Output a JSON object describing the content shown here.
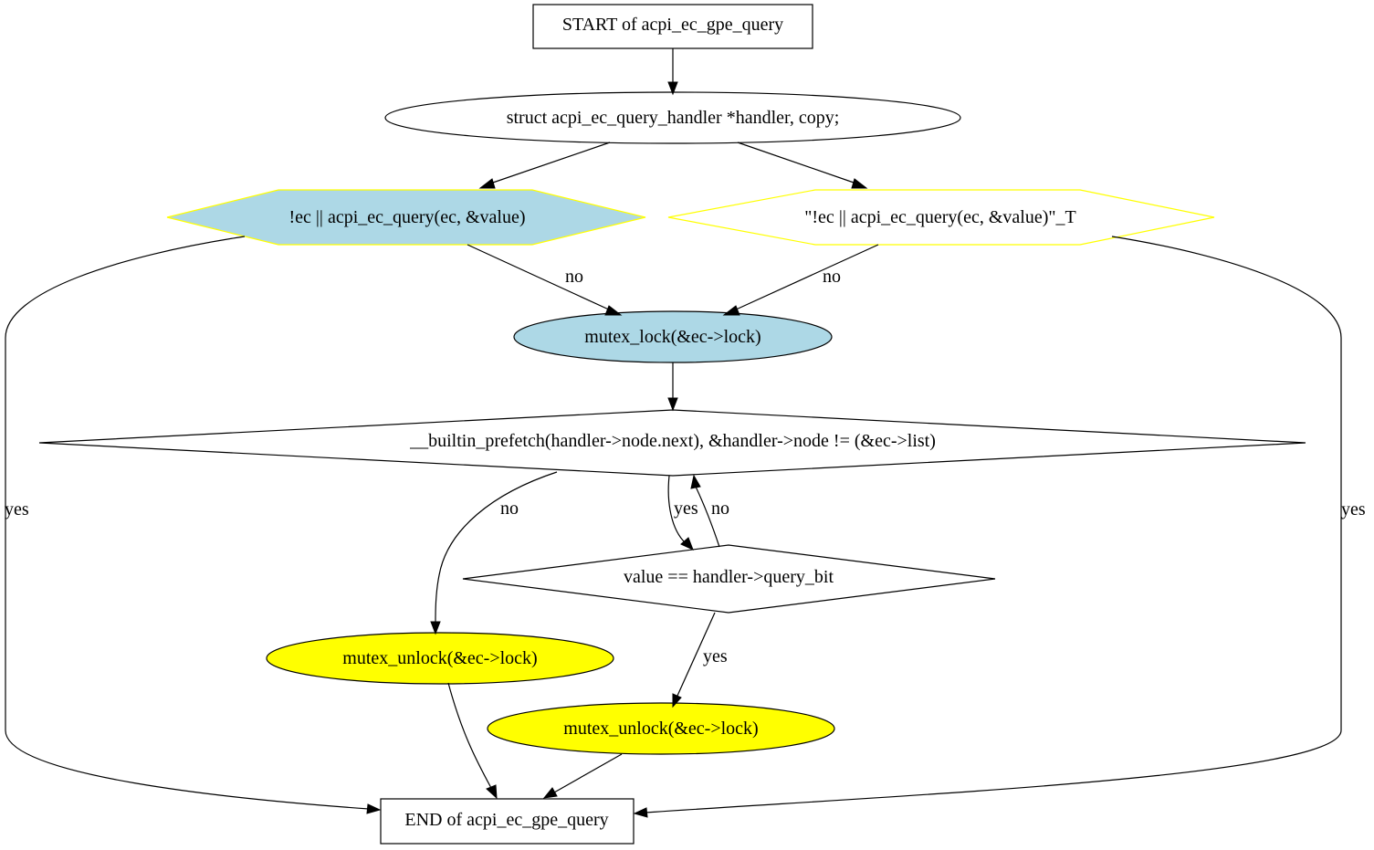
{
  "diagram": {
    "nodes": {
      "start": {
        "label": "START of acpi_ec_gpe_query",
        "fill": "#ffffff",
        "stroke": "#000000"
      },
      "decl": {
        "label": "struct acpi_ec_query_handler *handler, copy;",
        "fill": "#ffffff",
        "stroke": "#000000"
      },
      "cond_query": {
        "label": "!ec || acpi_ec_query(ec, &value)",
        "fill": "#add8e6",
        "stroke": "#ffff00"
      },
      "cond_query_t": {
        "label": "\"!ec || acpi_ec_query(ec, &value)\"_T",
        "fill": "#ffffff",
        "stroke": "#ffff00"
      },
      "mutex_lock": {
        "label": "mutex_lock(&ec->lock)",
        "fill": "#add8e6",
        "stroke": "#000000"
      },
      "loop_cond": {
        "label": "__builtin_prefetch(handler->node.next), &handler->node != (&ec->list)",
        "fill": "#ffffff",
        "stroke": "#000000"
      },
      "value_check": {
        "label": "value == handler->query_bit",
        "fill": "#ffffff",
        "stroke": "#000000"
      },
      "unlock_a": {
        "label": "mutex_unlock(&ec->lock)",
        "fill": "#ffff00",
        "stroke": "#000000"
      },
      "unlock_b": {
        "label": "mutex_unlock(&ec->lock)",
        "fill": "#ffff00",
        "stroke": "#000000"
      },
      "end": {
        "label": "END of acpi_ec_gpe_query",
        "fill": "#ffffff",
        "stroke": "#000000"
      }
    },
    "edge_labels": {
      "cond_query_no": "no",
      "cond_query_t_no": "no",
      "cond_query_yes": "yes",
      "cond_query_t_yes": "yes",
      "loop_no": "no",
      "loop_yes": "yes",
      "value_no": "no",
      "value_yes": "yes"
    },
    "edges": [
      {
        "from": "start",
        "to": "decl"
      },
      {
        "from": "decl",
        "to": "cond_query"
      },
      {
        "from": "decl",
        "to": "cond_query_t"
      },
      {
        "from": "cond_query",
        "to": "mutex_lock",
        "label": "no"
      },
      {
        "from": "cond_query_t",
        "to": "mutex_lock",
        "label": "no"
      },
      {
        "from": "cond_query",
        "to": "end",
        "label": "yes"
      },
      {
        "from": "cond_query_t",
        "to": "end",
        "label": "yes"
      },
      {
        "from": "mutex_lock",
        "to": "loop_cond"
      },
      {
        "from": "loop_cond",
        "to": "unlock_a",
        "label": "no"
      },
      {
        "from": "loop_cond",
        "to": "value_check",
        "label": "yes"
      },
      {
        "from": "value_check",
        "to": "loop_cond",
        "label": "no"
      },
      {
        "from": "value_check",
        "to": "unlock_b",
        "label": "yes"
      },
      {
        "from": "unlock_a",
        "to": "end"
      },
      {
        "from": "unlock_b",
        "to": "end"
      }
    ]
  }
}
